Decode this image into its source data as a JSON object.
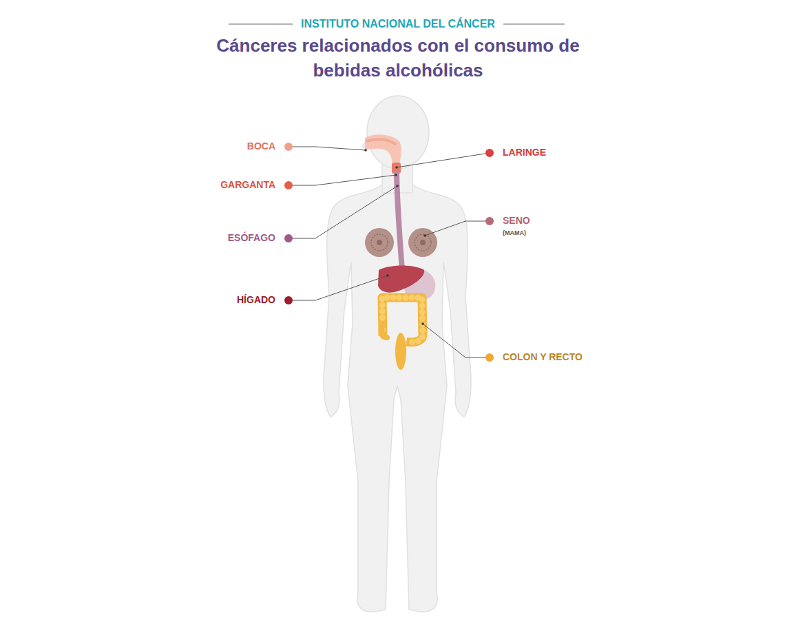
{
  "diagram": {
    "title": "Cánceres relacionados con el consumo de bebidas alcohólicas",
    "labels": [
      "INSTITUTO NACIONAL DEL CÁNCER",
      "BOCA",
      "LARINGE",
      "GARGANTA",
      "ESÓFAGO",
      "SENO",
      "(MAMA)",
      "HÍGADO",
      "COLON Y RECTO"
    ]
  }
}
